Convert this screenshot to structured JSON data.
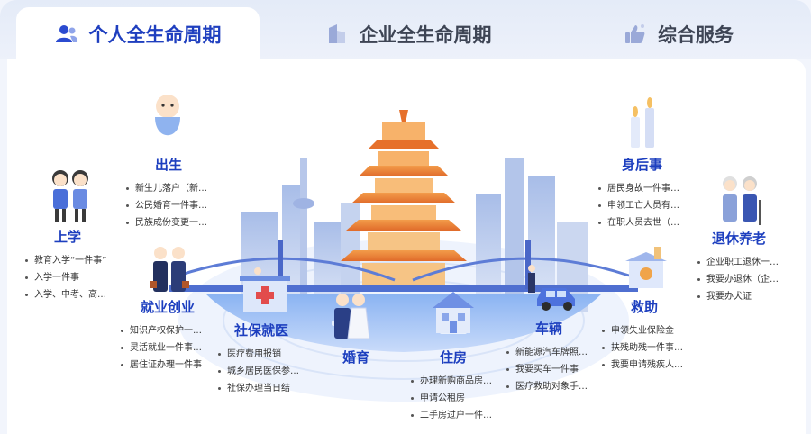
{
  "tabs": [
    {
      "label": "个人全生命周期",
      "active": true
    },
    {
      "label": "企业全生命周期",
      "active": false
    },
    {
      "label": "综合服务",
      "active": false
    }
  ],
  "categories": {
    "birth": {
      "title": "出生",
      "items": [
        "新生儿落户（新…",
        "公民婚育一件事…",
        "民族成份变更一…"
      ]
    },
    "school": {
      "title": "上学",
      "items": [
        "教育入学“一件事”",
        "入学一件事",
        "入学、中考、高…"
      ]
    },
    "employment": {
      "title": "就业创业",
      "items": [
        "知识产权保护一…",
        "灵活就业一件事…",
        "居住证办理一件事"
      ]
    },
    "social": {
      "title": "社保就医",
      "items": [
        "医疗费用报销",
        "城乡居民医保参…",
        "社保办理当日结"
      ]
    },
    "marriage": {
      "title": "婚育",
      "items": []
    },
    "housing": {
      "title": "住房",
      "items": [
        "办理新购商品房…",
        "申请公租房",
        "二手房过户一件…"
      ]
    },
    "vehicle": {
      "title": "车辆",
      "items": [
        "新能源汽车牌照…",
        "我要买车一件事",
        "医疗救助对象手…"
      ]
    },
    "rescue": {
      "title": "救助",
      "items": [
        "申领失业保险金",
        "扶残助残一件事…",
        "我要申请残疾人…"
      ]
    },
    "afterlife": {
      "title": "身后事",
      "items": [
        "居民身故一件事…",
        "申领工亡人员有…",
        "在职人员去世（…"
      ]
    },
    "retire": {
      "title": "退休养老",
      "items": [
        "企业职工退休一…",
        "我要办退休（企…",
        "我要办犬证"
      ]
    }
  },
  "colors": {
    "accent": "#1d3fbf",
    "tab_bg": "#e4ebf8"
  }
}
